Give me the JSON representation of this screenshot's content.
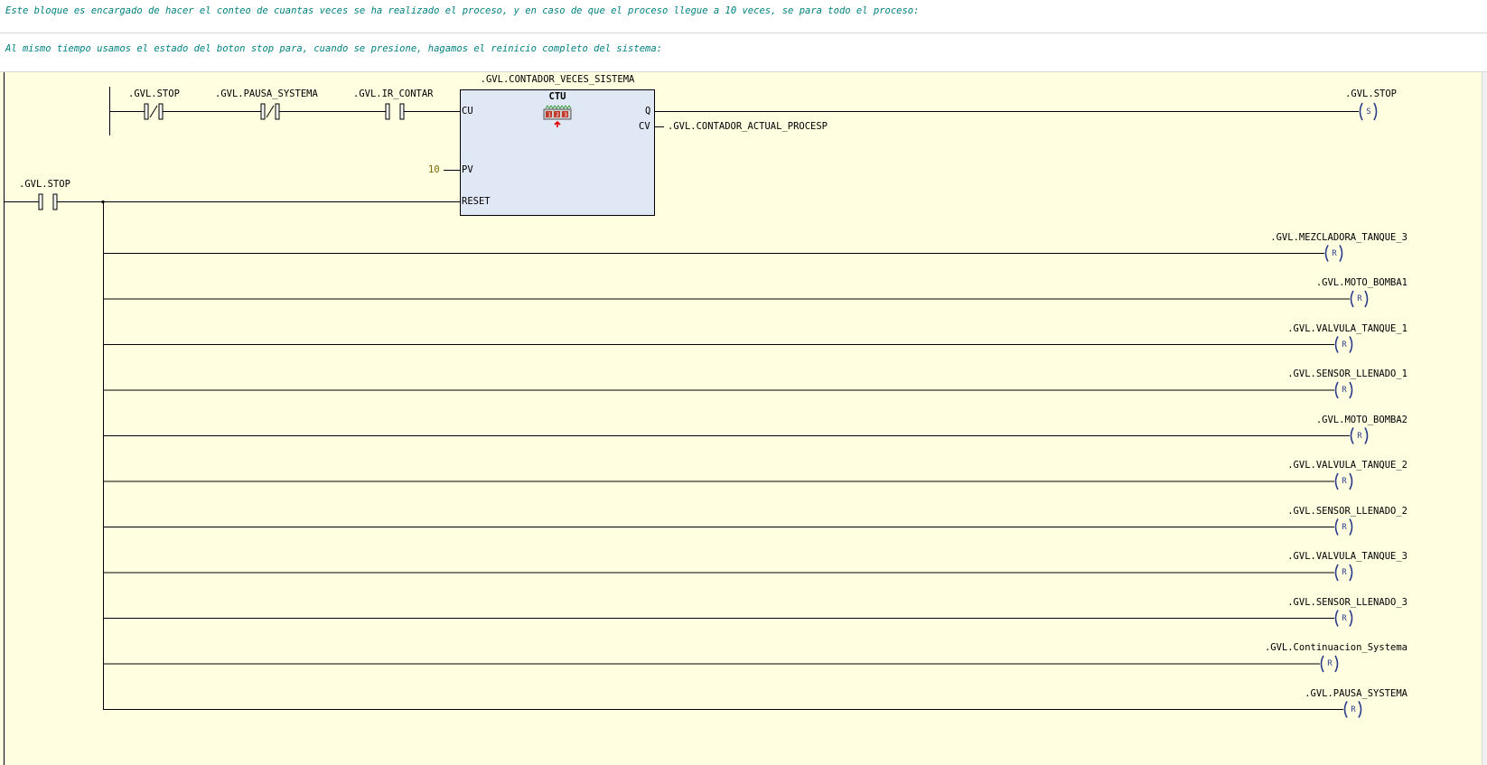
{
  "comments": [
    "Este bloque es encargado de hacer el conteo de cuantas veces se ha realizado el proceso, y en caso de que el proceso llegue a 10 veces, se para todo el proceso:",
    "Al mismo tiempo usamos el estado del boton stop para, cuando se presione, hagamos el reinicio completo del sistema:"
  ],
  "network1": {
    "contacts": [
      {
        "variable": ".GVL.STOP",
        "type": "normally-closed"
      },
      {
        "variable": ".GVL.PAUSA_SYSTEMA",
        "type": "normally-closed"
      },
      {
        "variable": ".GVL.IR_CONTAR",
        "type": "normally-open"
      }
    ],
    "block": {
      "instance": ".GVL.CONTADOR_VECES_SISTEMA",
      "type": "CTU",
      "pins": {
        "cu": "CU",
        "pv": "PV",
        "reset": "RESET",
        "q": "Q",
        "cv": "CV"
      },
      "pv_value": "10",
      "cv_output": ".GVL.CONTADOR_ACTUAL_PROCESP"
    },
    "q_coil": {
      "variable": ".GVL.STOP",
      "type": "set",
      "symbol": "S"
    }
  },
  "network2": {
    "contact": {
      "variable": ".GVL.STOP",
      "type": "normally-open"
    },
    "coils": [
      {
        "variable": ".GVL.MEZCLADORA_TANQUE_3",
        "symbol": "R"
      },
      {
        "variable": ".GVL.MOTO_BOMBA1",
        "symbol": "R"
      },
      {
        "variable": ".GVL.VALVULA_TANQUE_1",
        "symbol": "R"
      },
      {
        "variable": ".GVL.SENSOR_LLENADO_1",
        "symbol": "R"
      },
      {
        "variable": ".GVL.MOTO_BOMBA2",
        "symbol": "R"
      },
      {
        "variable": ".GVL.VALVULA_TANQUE_2",
        "symbol": "R"
      },
      {
        "variable": ".GVL.SENSOR_LLENADO_2",
        "symbol": "R"
      },
      {
        "variable": ".GVL.VALVULA_TANQUE_3",
        "symbol": "R"
      },
      {
        "variable": ".GVL.SENSOR_LLENADO_3",
        "symbol": "R"
      },
      {
        "variable": ".GVL.Continuacion_Systema",
        "symbol": "R"
      },
      {
        "variable": ".GVL.PAUSA_SYSTEMA",
        "symbol": "R"
      }
    ]
  },
  "colors": {
    "comment_text": "#008080",
    "ladder_bg": "#fffee0",
    "block_fill": "#e1e8f5",
    "pv_value": "#7a6a00",
    "wire": "#000000",
    "coil": "#2a3c8a"
  }
}
